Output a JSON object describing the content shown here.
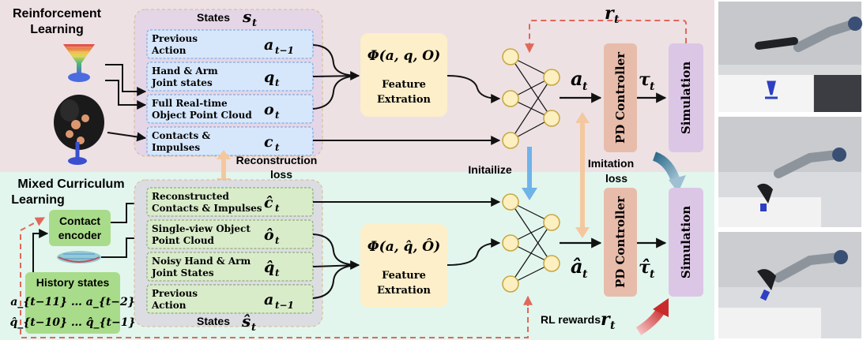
{
  "top_section": {
    "title_line1": "Reinforcement",
    "title_line2": "Learning",
    "states_title": "States",
    "states_symbol": "s",
    "states_sub": "t",
    "rows": [
      {
        "line1": "Previous",
        "line2": "Action",
        "sym": "a",
        "sub": "t−1"
      },
      {
        "line1": "Hand & Arm",
        "line2": "Joint states",
        "sym": "q",
        "sub": "t"
      },
      {
        "line1": "Full Real-time",
        "line2": "Object Point Cloud",
        "sym": "o",
        "sub": "t"
      },
      {
        "line1": "Contacts &",
        "line2": "Impulses",
        "sym": "c",
        "sub": "t"
      }
    ],
    "feature_formula": "Φ(a, q, O)",
    "feature_line1": "Feature",
    "feature_line2": "Extration",
    "action_sym": "a",
    "action_sub": "t",
    "pd_label": "PD Controller",
    "tau_sym": "τ",
    "tau_sub": "t",
    "sim_label": "Simulation",
    "reward_sym": "r",
    "reward_sub": "t"
  },
  "middle": {
    "reconstruction_line1": "Reconstruction",
    "reconstruction_line2": "loss",
    "initialize": "Initailize",
    "imitation_line1": "Imitation",
    "imitation_line2": "loss"
  },
  "bottom_section": {
    "title_line1": "Mixed Curriculum",
    "title_line2": "Learning",
    "contact_encoder_line1": "Contact",
    "contact_encoder_line2": "encoder",
    "history_title": "History states",
    "history_row1": "a_{t−11} … a_{t−2}",
    "history_row2": "q̂_{t−10} … q̂_{t−1}",
    "states_title": "States",
    "states_symbol": "ŝ",
    "states_sub": "t",
    "rows": [
      {
        "line1": "Reconstructed",
        "line2": "Contacts & Impulses",
        "sym": "ĉ",
        "sub": "t"
      },
      {
        "line1": "Single-view Object",
        "line2": "Point Cloud",
        "sym": "ô",
        "sub": "t"
      },
      {
        "line1": "Noisy Hand & Arm",
        "line2": "Joint States",
        "sym": "q̂",
        "sub": "t"
      },
      {
        "line1": "Previous",
        "line2": "Action",
        "sym": "a",
        "sub": "t−1"
      }
    ],
    "feature_formula": "Φ(a, q̂, Ô)",
    "feature_line1": "Feature",
    "feature_line2": "Extration",
    "action_sym": "â",
    "action_sub": "t",
    "pd_label": "PD Controller",
    "tau_sym": "τ̂",
    "tau_sub": "t",
    "sim_label": "Simulation",
    "rl_rewards": "RL rewards",
    "reward_sym": "r",
    "reward_sub": "t"
  },
  "colors": {
    "top_bg": "#ede1e4",
    "bottom_bg": "#e2f6ee",
    "states_box_top": "#e4d6e6",
    "states_box_bottom": "#dcdde2",
    "row_blue": "#d7e7fb",
    "row_blue_border": "#6e9fd9",
    "row_green": "#d9ecca",
    "row_green_border": "#7aa060",
    "feature_box": "#fcefc9",
    "pd_box": "#e8bcaa",
    "sim_box": "#dcc6e6",
    "neuron": "#fcefc0",
    "red_dash": "#e0685a",
    "blue_arrow": "#6fb3e8",
    "orange_arrow": "#f4c89f"
  }
}
